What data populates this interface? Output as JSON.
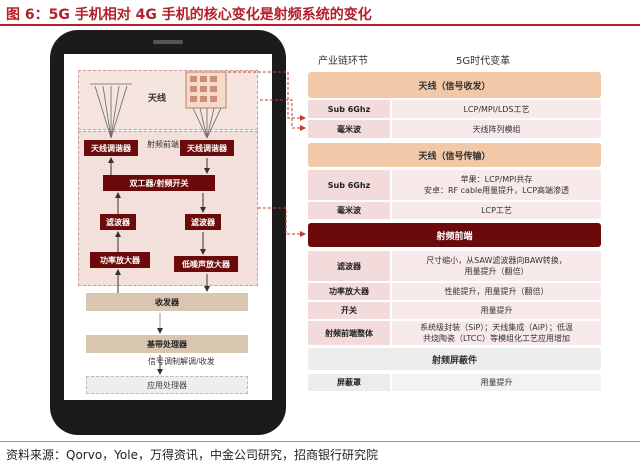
{
  "title": "图 6：5G 手机相对 4G 手机的核心变化是射频系统的变化",
  "phone": {
    "antenna_label": "天线",
    "rf_frontend_label": "射频前端",
    "antenna_tuner_left": "天线调谐器",
    "antenna_tuner_right": "天线调谐器",
    "duplexer_switch": "双工器/射频开关",
    "filter_left": "滤波器",
    "filter_right": "滤波器",
    "power_amp": "功率放大器",
    "lna": "低噪声放大器",
    "transceiver": "收发器",
    "baseband": "基带处理器",
    "signal_label": "信号调制解调/收发",
    "app_processor": "应用处理器"
  },
  "table": {
    "col_chain": "产业链环节",
    "col_change": "5G时代变革",
    "antenna_section": "天线（信号收发）",
    "sub6_label": "Sub 6Ghz",
    "sub6_value": "LCP/MPI/LDS工艺",
    "mmwave_label": "毫米波",
    "mmwave_value": "天线阵列模组",
    "transmission_section": "天线（信号传输）",
    "sub6_trans_label": "Sub 6Ghz",
    "sub6_trans_lines": [
      "苹果：LCP/MPI共存",
      "安卓：RF cable用量提升，LCP高端渗透"
    ],
    "mmwave_trans_label": "毫米波",
    "mmwave_trans_value": "LCP工艺",
    "rf_section": "射频前端",
    "filter_label": "滤波器",
    "filter_lines": [
      "尺寸缩小，从SAW滤波器向BAW转换，",
      "用量提升（翻倍）"
    ],
    "pa_label": "功率放大器",
    "pa_value": "性能提升，用量提升（翻倍）",
    "switch_label": "开关",
    "switch_value": "用量提升",
    "rf_module_label": "射频前端整体",
    "rf_module_lines": [
      "系统级封装（SiP）；天线集成（AiP）；低温",
      "共烧陶瓷（LTCC）等模组化工艺应用增加"
    ],
    "shield_section": "射频屏蔽件",
    "shield_label": "屏蔽罩",
    "shield_value": "用量提升"
  },
  "footer": "资料来源：Qorvo，Yole，万得资讯，中金公司研究，招商银行研究院",
  "colors": {
    "title_red": "#b3202a",
    "dark_red": "#6b0a0a",
    "tan_header": "#f2c9a8",
    "pink_cell": "#f3dbdc",
    "arrow_red": "#c0392b"
  }
}
